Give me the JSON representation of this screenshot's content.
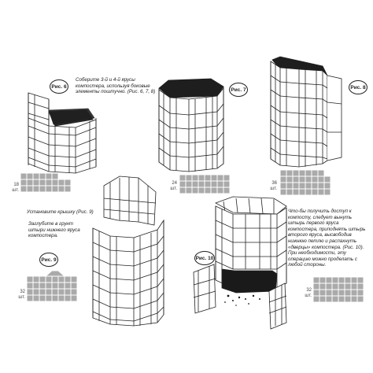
{
  "figures": {
    "fig6": {
      "label": "Рис. 6",
      "count": "18",
      "unit": "шт."
    },
    "fig7": {
      "label": "Рис. 7",
      "count": "24",
      "unit": "шт."
    },
    "fig8": {
      "label": "Рис. 8",
      "count": "36",
      "unit": "шт."
    },
    "fig9": {
      "label": "Рис. 9",
      "count": "32",
      "unit": "шт."
    },
    "fig10": {
      "label": "Рис. 10",
      "count": "32",
      "unit": "шт."
    }
  },
  "captions": {
    "assemble": "Соберите 3-й и 4-й ярусы компостера, используя боковые элементы поштучно. (Рис. 6, 7, 8)",
    "lid": "Установите крышку (Рис. 9)",
    "pins": "Заглубите в грунт штыри нижнего яруса компостера.",
    "access": "Что-бы получить доступ к компосту, следует вынуть штырь первого яруса компостера, приподнять штырь второго яруса, высвободив нижнюю петлю и распахнуть «дверцы» компостера. (Рис. 10). При необходимости, эту операцию можно проделать с любой стороны."
  }
}
